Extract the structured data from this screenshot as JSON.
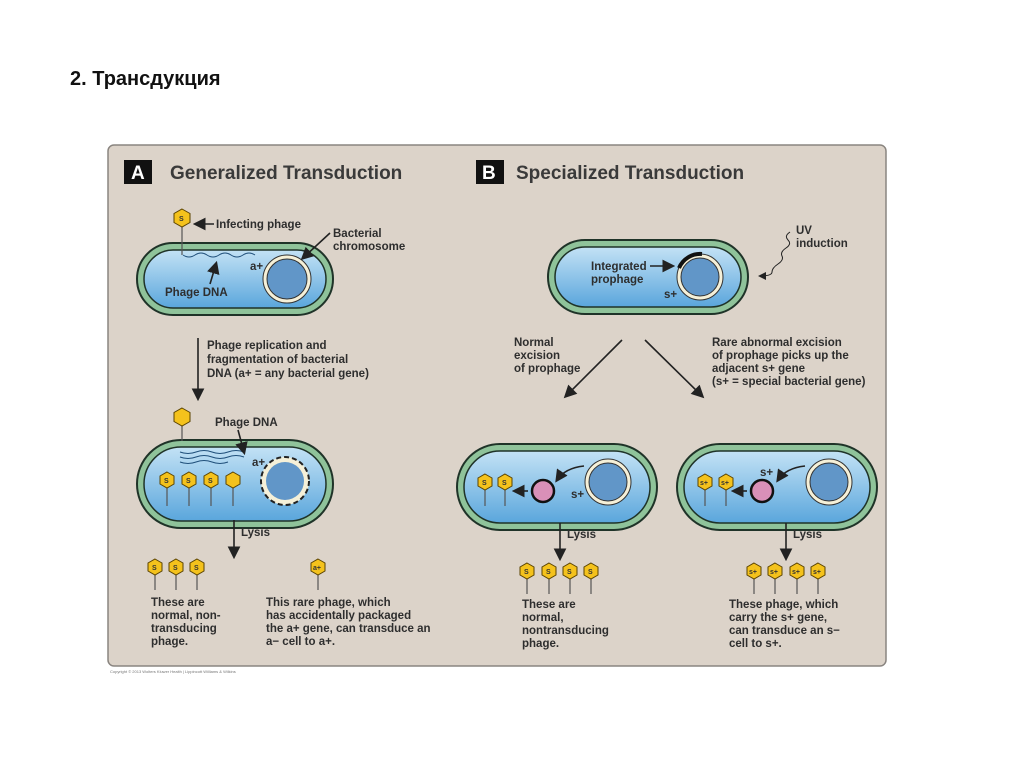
{
  "page_title": "2. Трансдукция",
  "panel_a": {
    "letter": "A",
    "title": "Generalized Transduction",
    "infecting_phage": "Infecting phage",
    "bacterial_chromosome": [
      "Bacterial",
      "chromosome"
    ],
    "a_plus": "a+",
    "phage_dna": "Phage DNA",
    "step1": [
      "Phage replication and",
      "fragmentation of bacterial",
      "DNA (a+ = any bacterial gene)"
    ],
    "phage_dna_2": "Phage DNA",
    "a_plus_2": "a+",
    "lysis": "Lysis",
    "normal_text": [
      "These are",
      "normal, non-",
      "transducing",
      "phage."
    ],
    "rare_text": [
      "This rare phage, which",
      "has accidentally packaged",
      "the a+ gene, can transduce an",
      "a− cell to a+."
    ],
    "phage_label": "a+"
  },
  "panel_b": {
    "letter": "B",
    "title": "Specialized Transduction",
    "uv": [
      "UV",
      "induction"
    ],
    "integrated": [
      "Integrated",
      "prophage"
    ],
    "s_plus": "s+",
    "normal_excision": [
      "Normal",
      "excision",
      "of prophage"
    ],
    "rare_excision": [
      "Rare abnormal excision",
      "of prophage picks up the",
      "adjacent s+ gene",
      "(s+ = special bacterial gene)"
    ],
    "s_plus_left": "s+",
    "s_plus_right": "s+",
    "lysis_left": "Lysis",
    "lysis_right": "Lysis",
    "normal_text": [
      "These are",
      "normal,",
      "nontransducing",
      "phage."
    ],
    "special_text": [
      "These phage, which",
      "carry the s+ gene,",
      "can transduce an s−",
      "cell to s+."
    ],
    "phage_label": "s+"
  },
  "copyright": "Copyright © 2013 Wolters Kluwer Health | Lippincott Williams & Wilkins"
}
